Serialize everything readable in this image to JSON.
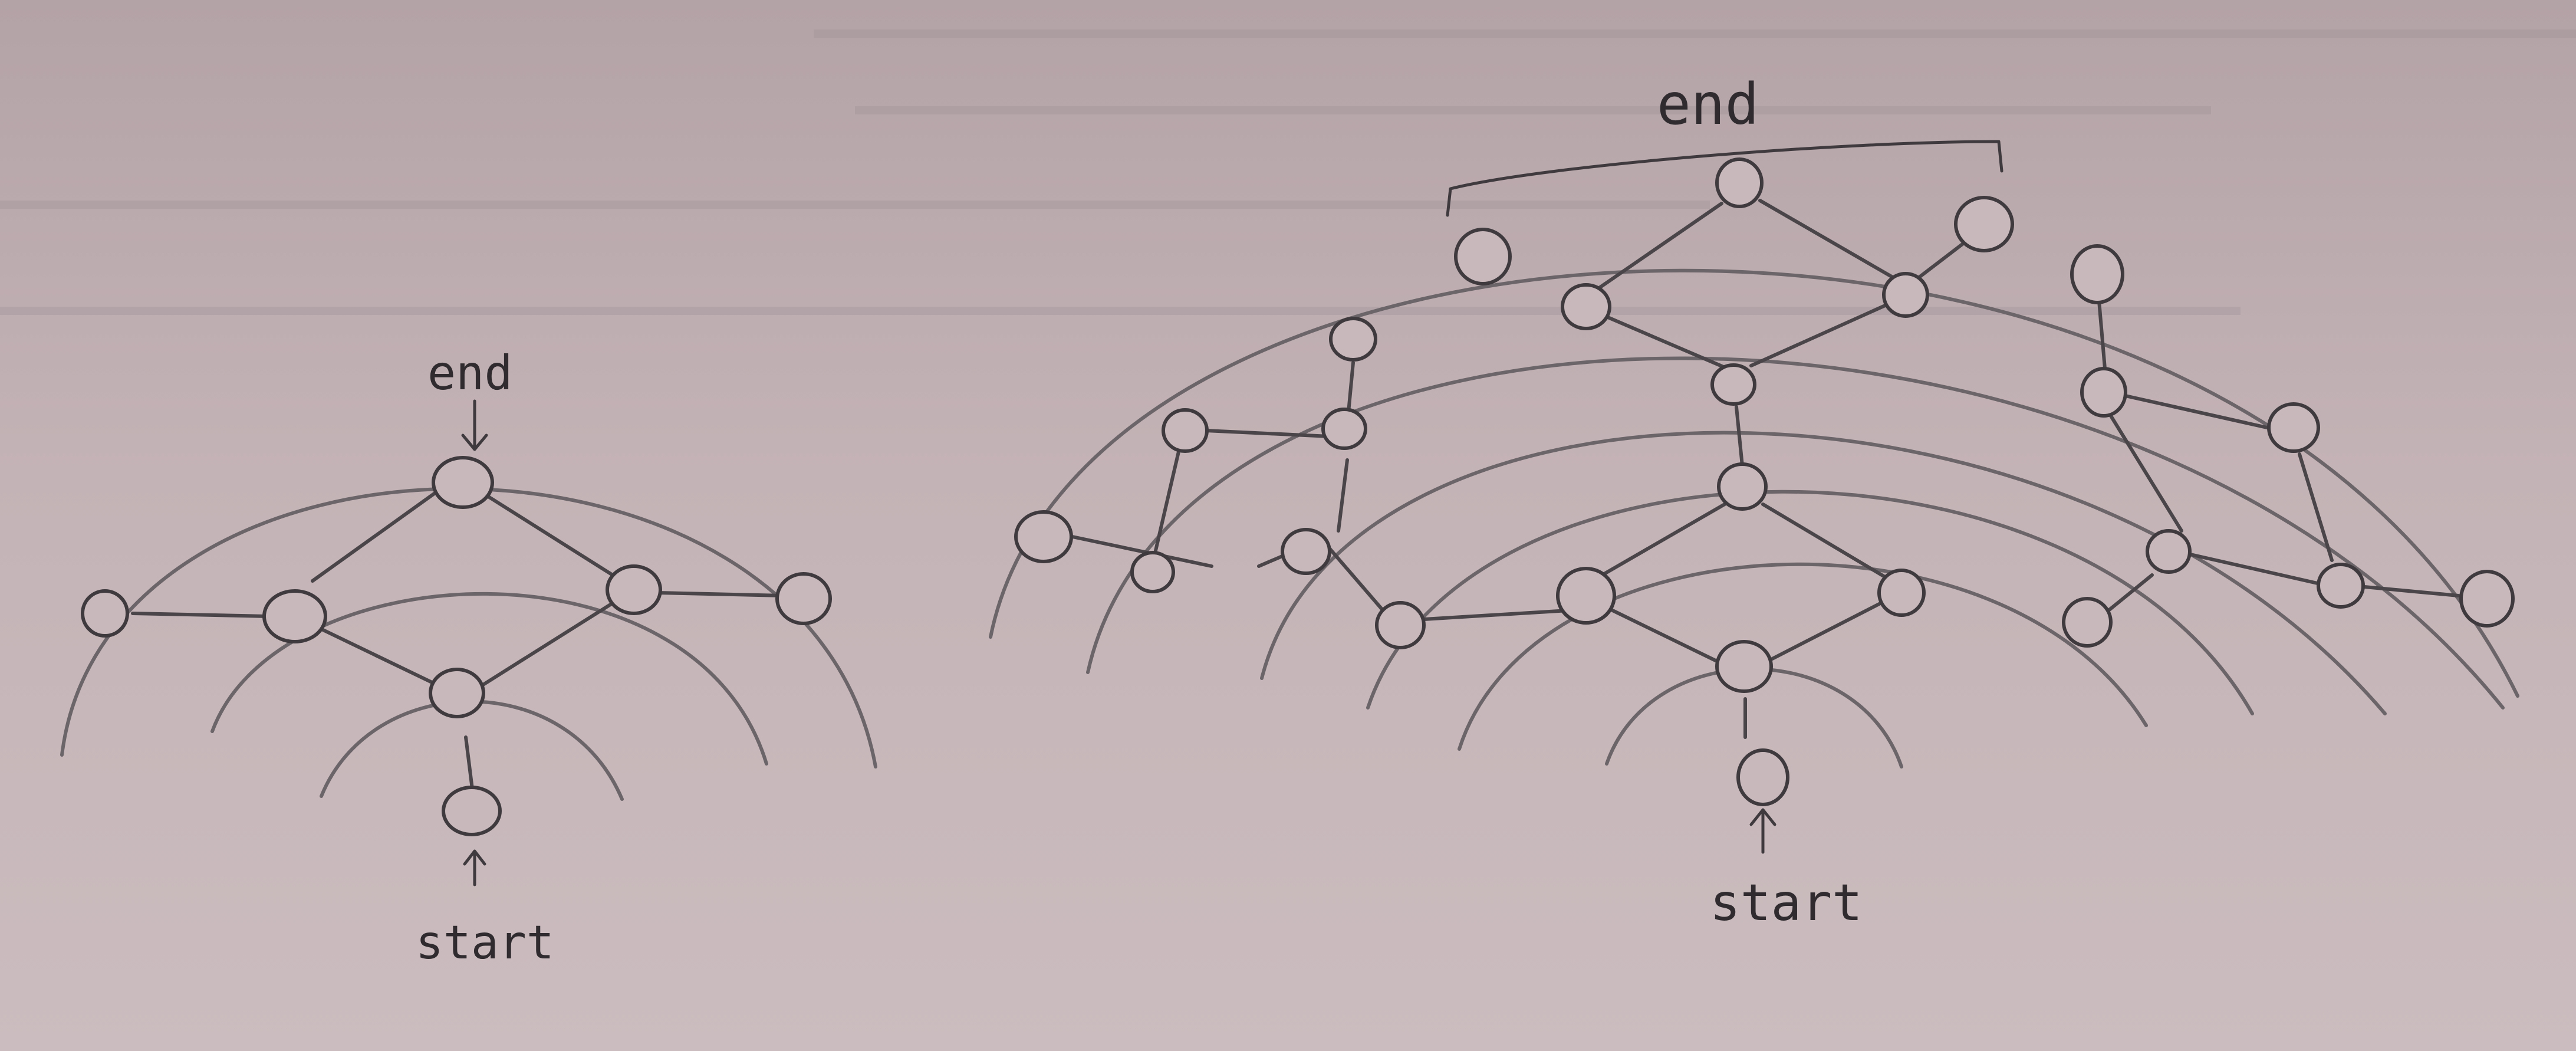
{
  "labels": {
    "small_end": "end",
    "small_start": "start",
    "big_end": "end",
    "big_start": "start"
  }
}
